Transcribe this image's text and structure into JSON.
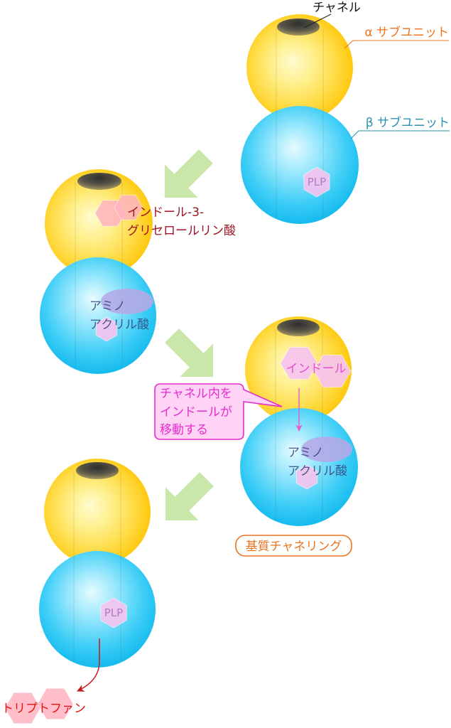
{
  "stages": [
    {
      "channel_label": "チャネル",
      "alpha_subunit_label": "α サブユニット",
      "beta_subunit_label": "β サブユニット",
      "cofactor_label": "PLP"
    },
    {
      "substrate_label_lines": [
        "インドール-3-",
        "グリセロールリン酸"
      ],
      "intermediate_label_lines": [
        "アミノ",
        "アクリル酸"
      ]
    },
    {
      "substrate_label": "インドール",
      "callout_lines": [
        "チャネル内を",
        "インドールが",
        "移動する"
      ],
      "intermediate_label_lines": [
        "アミノ",
        "アクリル酸"
      ],
      "caption": "基質チャネリング"
    },
    {
      "cofactor_label": "PLP",
      "product_label": "トリプトファン"
    }
  ],
  "colors": {
    "alpha_subunit": "#ffc300",
    "beta_subunit": "#0cb6ec",
    "cofactor": "#f6c3ee",
    "cofactor_text": "#b47ac6",
    "substrate": "#ffb3bf",
    "intermediate": "#b5a8e6",
    "step_arrow": "#c8e7a9",
    "channel_label": "#111111",
    "alpha_label": "#ee7420",
    "beta_label": "#2b8fae",
    "igp_text": "#9c1422",
    "intermediate_text": "#34427c",
    "indole_text": "#e24fd0",
    "indole_arrow": "#e45fd0",
    "callout": "#e52ccf",
    "callout_fill": "#ffd3f6",
    "caption": "#ea7320",
    "product_text": "#e31515",
    "product_arrow": "#c81a1a"
  }
}
